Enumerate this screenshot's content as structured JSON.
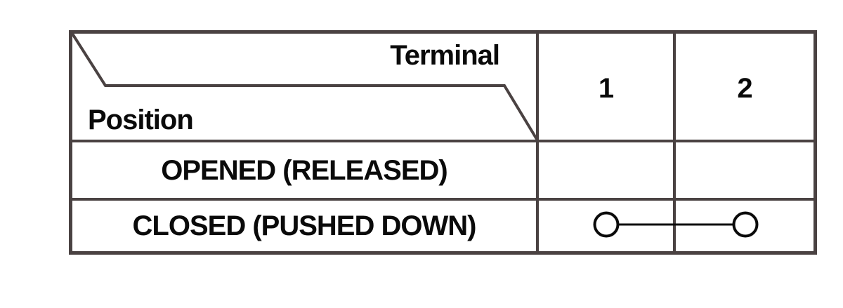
{
  "table": {
    "corner": {
      "terminal_label": "Terminal",
      "position_label": "Position"
    },
    "terminal_columns": [
      "1",
      "2"
    ],
    "rows": [
      {
        "position": "OPENED (RELEASED)",
        "terminal_1": "",
        "terminal_2": "",
        "connection": null
      },
      {
        "position": "CLOSED (PUSHED DOWN)",
        "terminal_1": "",
        "terminal_2": "",
        "connection": "1-2"
      }
    ]
  },
  "symbols": {
    "closed_circuit": "two contact circles joined by a line spanning terminals 1 and 2"
  },
  "colors": {
    "grid": "#4a4242",
    "symbol": "#0a0a0a",
    "text": "#0a0a0a",
    "background": "#ffffff"
  }
}
